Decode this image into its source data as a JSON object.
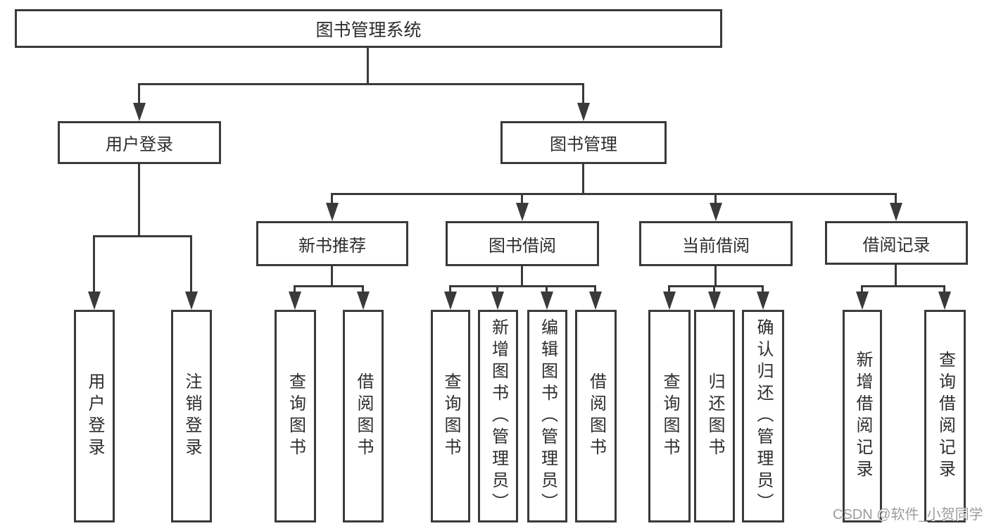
{
  "diagram": {
    "root": {
      "label": "图书管理系统"
    },
    "branches": [
      {
        "label": "用户登录",
        "children": [
          {
            "label": "用户登录"
          },
          {
            "label": "注销登录"
          }
        ]
      },
      {
        "label": "图书管理",
        "children": [
          {
            "label": "新书推荐",
            "children": [
              {
                "label": "查询图书"
              },
              {
                "label": "借阅图书"
              }
            ]
          },
          {
            "label": "图书借阅",
            "children": [
              {
                "label": "查询图书"
              },
              {
                "label": "新增图书（管理员）"
              },
              {
                "label": "编辑图书（管理员）"
              },
              {
                "label": "借阅图书"
              }
            ]
          },
          {
            "label": "当前借阅",
            "children": [
              {
                "label": "查询图书"
              },
              {
                "label": "归还图书"
              },
              {
                "label": "确认归还（管理员）"
              }
            ]
          },
          {
            "label": "借阅记录",
            "children": [
              {
                "label": "新增借阅记录"
              },
              {
                "label": "查询借阅记录"
              }
            ]
          }
        ]
      }
    ]
  },
  "watermark": {
    "text": "CSDN @软件_小贺同学"
  },
  "colors": {
    "line": "#3a3a3a",
    "text": "#2d2d2d",
    "watermark": "#9d9d9d",
    "background": "#ffffff"
  }
}
